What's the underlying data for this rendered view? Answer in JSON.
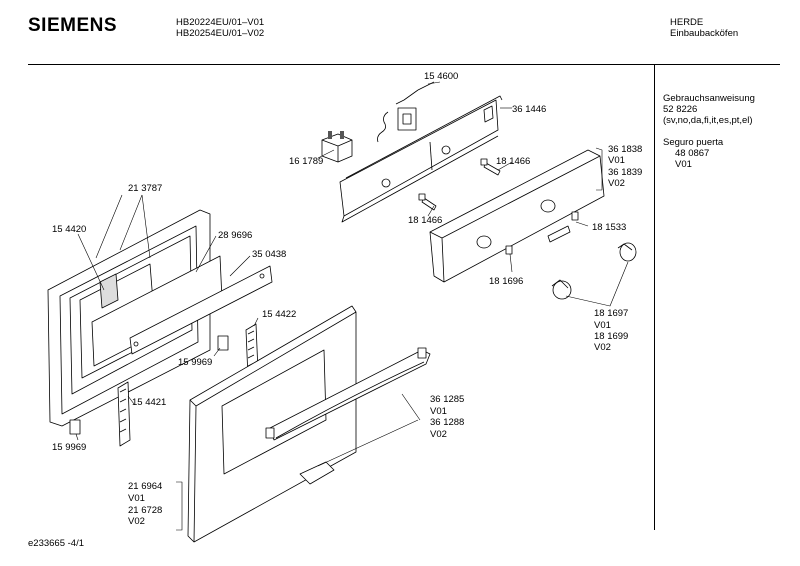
{
  "header": {
    "brand": "SIEMENS",
    "model_line_1": "HB20224EU/01–V01",
    "model_line_2": "HB20254EU/01–V02",
    "category_1": "HERDE",
    "category_2": "Einbaubacköfen"
  },
  "side_panel": {
    "manual_label": "Gebrauchsanweisung",
    "manual_number": "52 8226",
    "manual_langs": "(sv,no,da,fi,it,es,pt,el)",
    "safety_label": "Seguro puerta",
    "safety_number": "48 0867",
    "safety_variant": "V01"
  },
  "parts": {
    "p154600": "15 4600",
    "p361446": "36 1446",
    "p161789": "16 1789",
    "p181466a": "18 1466",
    "p181466b": "18 1466",
    "p361838": "36 1838",
    "p361838_v": "V01",
    "p361839": "36 1839",
    "p361839_v": "V02",
    "p181533": "18 1533",
    "p181696": "18 1696",
    "p181697": "18 1697",
    "p181697_v": "V01",
    "p181699": "18 1699",
    "p181699_v": "V02",
    "p213787": "21 3787",
    "p154420": "15 4420",
    "p289696": "28 9696",
    "p350438": "35 0438",
    "p154422": "15 4422",
    "p159969a": "15 9969",
    "p154421": "15 4421",
    "p159969b": "15 9969",
    "p361285": "36 1285",
    "p361285_v": "V01",
    "p361288": "36 1288",
    "p361288_v": "V02",
    "p216964": "21 6964",
    "p216964_v": "V01",
    "p216728": "21 6728",
    "p216728_v": "V02"
  },
  "footer": {
    "drawing_id": "e233665  -4/1"
  }
}
